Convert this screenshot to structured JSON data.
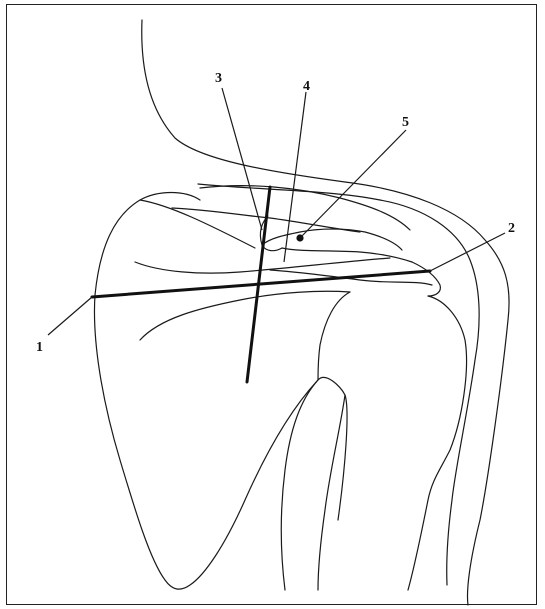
{
  "figure": {
    "labels": [
      "1",
      "2",
      "3",
      "4",
      "5"
    ]
  }
}
